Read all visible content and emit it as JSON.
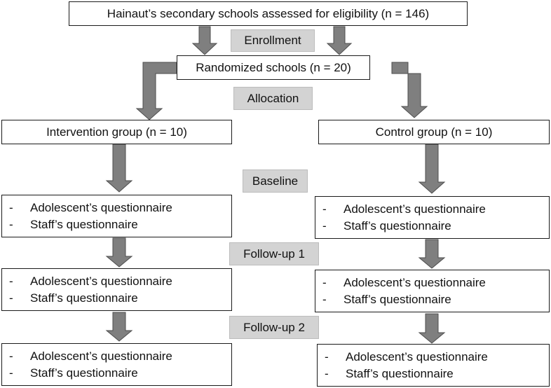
{
  "boxes": {
    "eligibility": "Hainaut’s secondary schools assessed for eligibility (n = 146)",
    "randomized": "Randomized schools (n = 20)",
    "intervention": "Intervention group (n = 10)",
    "control": "Control group (n = 10)"
  },
  "stages": {
    "enrollment": "Enrollment",
    "allocation": "Allocation",
    "baseline": "Baseline",
    "followup1": "Follow-up 1",
    "followup2": "Follow-up 2"
  },
  "list": {
    "dash": "-",
    "adolescent": "Adolescent’s questionnaire",
    "staff": "Staff’s questionnaire"
  },
  "colors": {
    "arrow_fill": "#7f7f7f",
    "stage_label_bg": "#d3d3d3"
  }
}
